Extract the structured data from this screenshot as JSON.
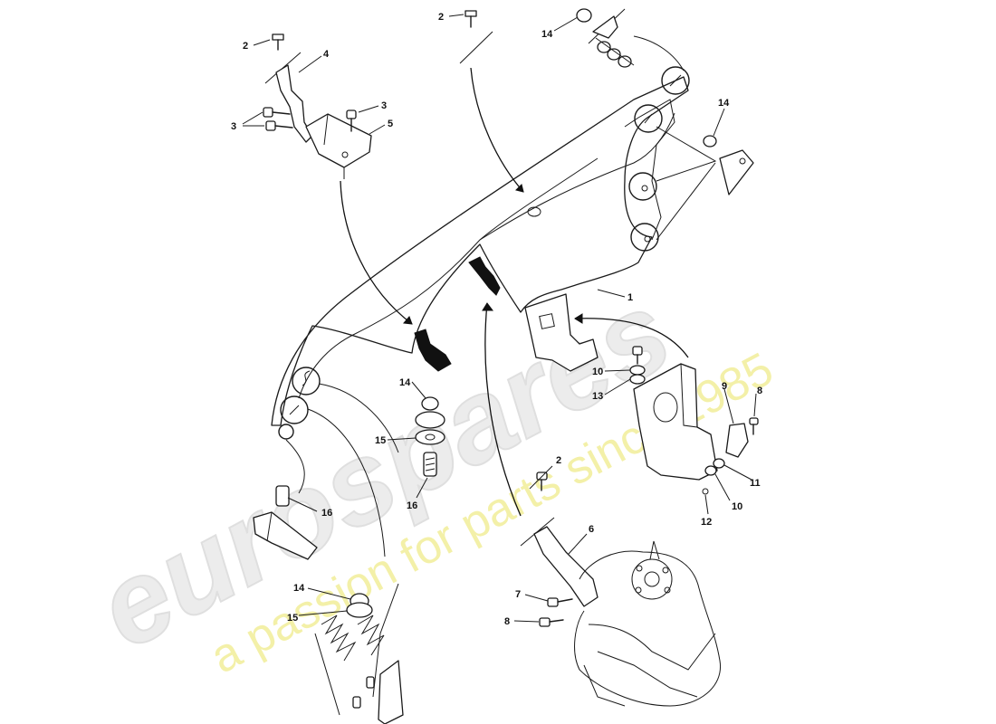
{
  "watermark": {
    "brand": "eurospares",
    "tagline": "a passion for parts since 1985"
  },
  "callouts": [
    {
      "id": "c1",
      "text": "1"
    },
    {
      "id": "c2a",
      "text": "2"
    },
    {
      "id": "c2b",
      "text": "2"
    },
    {
      "id": "c2c",
      "text": "2"
    },
    {
      "id": "c3a",
      "text": "3"
    },
    {
      "id": "c3b",
      "text": "3"
    },
    {
      "id": "c4",
      "text": "4"
    },
    {
      "id": "c5",
      "text": "5"
    },
    {
      "id": "c6",
      "text": "6"
    },
    {
      "id": "c7",
      "text": "7"
    },
    {
      "id": "c8a",
      "text": "8"
    },
    {
      "id": "c8b",
      "text": "8"
    },
    {
      "id": "c9",
      "text": "9"
    },
    {
      "id": "c10a",
      "text": "10"
    },
    {
      "id": "c10b",
      "text": "10"
    },
    {
      "id": "c11",
      "text": "11"
    },
    {
      "id": "c12",
      "text": "12"
    },
    {
      "id": "c13",
      "text": "13"
    },
    {
      "id": "c14a",
      "text": "14"
    },
    {
      "id": "c14b",
      "text": "14"
    },
    {
      "id": "c14c",
      "text": "14"
    },
    {
      "id": "c14d",
      "text": "14"
    },
    {
      "id": "c15a",
      "text": "15"
    },
    {
      "id": "c15b",
      "text": "15"
    },
    {
      "id": "c16a",
      "text": "16"
    },
    {
      "id": "c16b",
      "text": "16"
    }
  ]
}
